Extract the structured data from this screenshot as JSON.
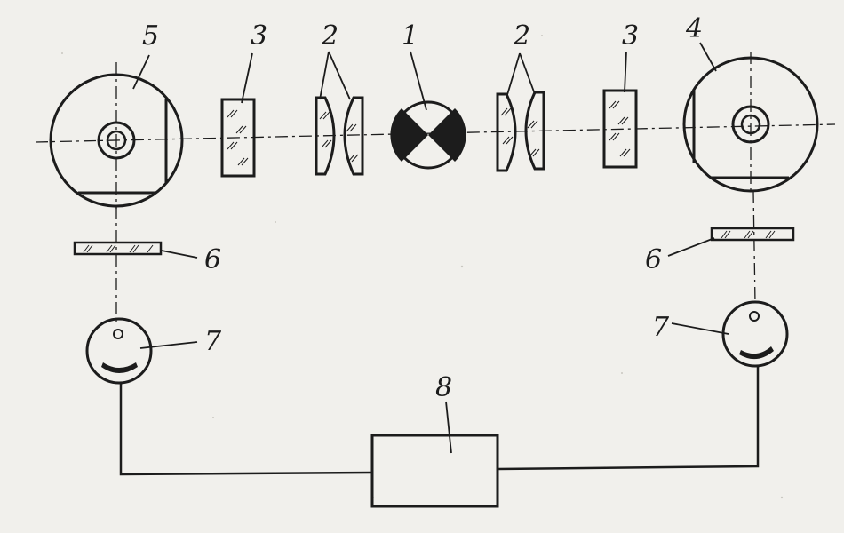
{
  "labels": {
    "source": "1",
    "lens_pair_left": "2",
    "lens_pair_right": "2",
    "plate_left": "3",
    "plate_right": "3",
    "disk_right": "4",
    "disk_left": "5",
    "filter_left": "6",
    "filter_right": "6",
    "photocell_left": "7",
    "photocell_right": "7",
    "block": "8"
  },
  "colors": {
    "ink": "#1c1c1c",
    "paper": "#f1f0ec"
  }
}
